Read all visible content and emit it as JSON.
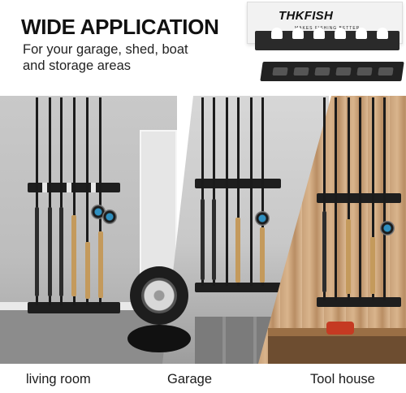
{
  "header": {
    "title": "WIDE APPLICATION",
    "subtitle_line1": "For your garage, shed, boat",
    "subtitle_line2": "and storage areas"
  },
  "product": {
    "brand": "THKFISH",
    "tagline": "MAKES FISHING BETTER"
  },
  "scenes": [
    {
      "caption": "living room"
    },
    {
      "caption": "Garage"
    },
    {
      "caption": "Tool house"
    }
  ]
}
